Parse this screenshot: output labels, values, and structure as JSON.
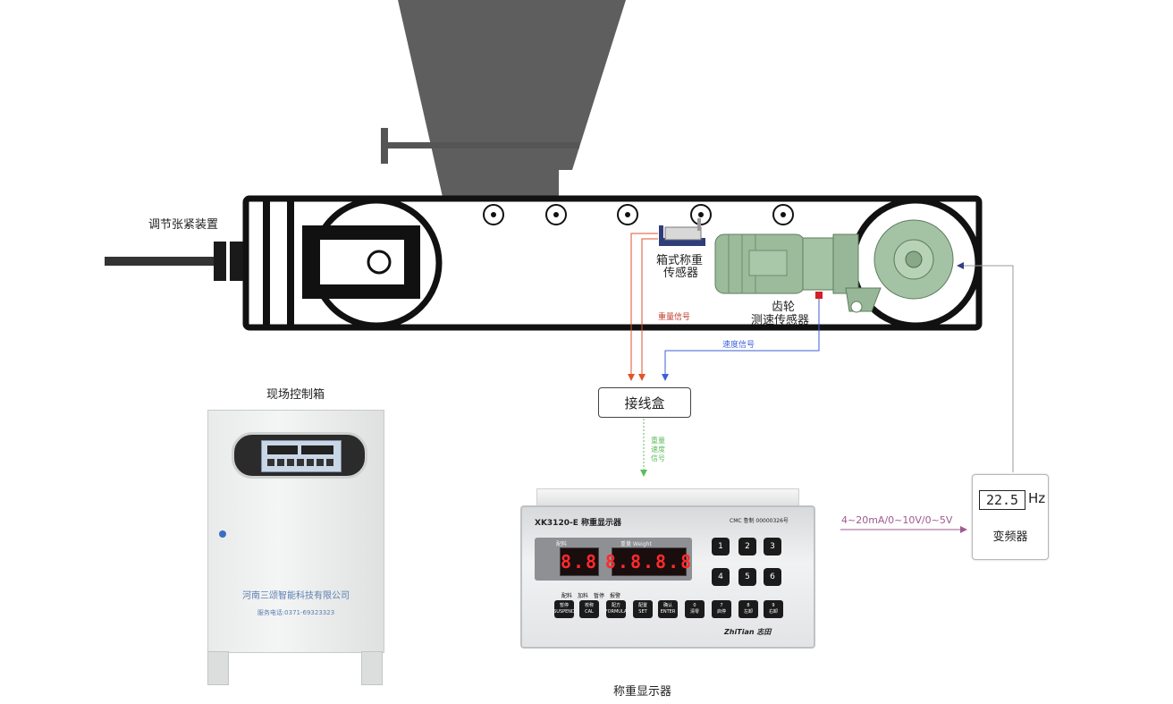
{
  "labels": {
    "tension_device": "调节张紧装置",
    "box_sensor_line1": "箱式称重",
    "box_sensor_line2": "传感器",
    "gear_sensor_line1": "齿轮",
    "gear_sensor_line2": "测速传感器",
    "weight_signal": "重量信号",
    "speed_signal": "速度信号",
    "junction_box": "接线盒",
    "combined_signal_1": "重量",
    "combined_signal_2": "速度",
    "combined_signal_3": "信号",
    "control_cabinet": "现场控制箱",
    "indicator_caption": "称重显示器",
    "analog_output": "4~20mA/0~10V/0~5V",
    "vfd_label": "变频器",
    "vfd_value": "22.5",
    "vfd_unit": "Hz"
  },
  "cabinet": {
    "company": "河南三颂智能科技有限公司",
    "phone": "服务电话:0371-69323323"
  },
  "indicator": {
    "model_title": "XK3120-E  称重显示器",
    "cert": "CMC 鲁制 00000326号",
    "formula_caption": "配料",
    "weight_caption": "重量 Weight",
    "small_display": "8.8",
    "main_display": "8.8.8.8",
    "status_leds": [
      "配料",
      "加料",
      "暂停",
      "报警"
    ],
    "number_keys": [
      "1",
      "2",
      "3",
      "4",
      "5",
      "6"
    ],
    "function_keys": [
      {
        "cn": "暂停",
        "en": "SUSPEND"
      },
      {
        "cn": "校称",
        "en": "CAL"
      },
      {
        "cn": "配方",
        "en": "FORMULA"
      },
      {
        "cn": "配置",
        "en": "SET"
      },
      {
        "cn": "确认",
        "en": "ENTER"
      },
      {
        "cn": "0",
        "en": "清零"
      },
      {
        "cn": "7",
        "en": "启停"
      },
      {
        "cn": "8",
        "en": "左卸"
      },
      {
        "cn": "9",
        "en": "右卸"
      }
    ],
    "brand": "ZhiTian 志田"
  },
  "colors": {
    "hopper": "#5e5e5e",
    "belt": "#111111",
    "motor": "#9bbb9b",
    "weight_wire": "#e0532b",
    "speed_wire": "#3d5fd6",
    "combined_wire": "#5ebd5e",
    "analog_wire": "#a05a90",
    "feedback_wire": "#9a9a9a"
  }
}
